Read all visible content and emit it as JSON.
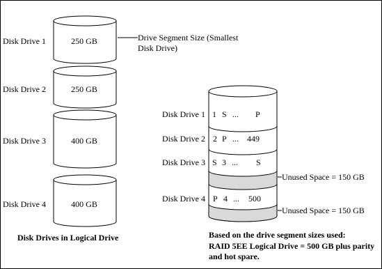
{
  "left_group": {
    "drives": [
      {
        "label": "Disk Drive 1",
        "capacity": "250 GB"
      },
      {
        "label": "Disk Drive 2",
        "capacity": "250 GB"
      },
      {
        "label": "Disk Drive 3",
        "capacity": "400 GB"
      },
      {
        "label": "Disk Drive 4",
        "capacity": "400 GB"
      }
    ],
    "segment_note_line1": "Drive Segment Size (Smallest",
    "segment_note_line2": "Disk Drive)",
    "caption": "Disk Drives in Logical Drive"
  },
  "right_group": {
    "rows": [
      {
        "label": "Disk Drive 1",
        "cells": [
          "1",
          "S",
          "...",
          "P"
        ]
      },
      {
        "label": "Disk Drive 2",
        "cells": [
          "2",
          "P",
          "...",
          "449"
        ]
      },
      {
        "label": "Disk Drive 3",
        "cells": [
          "S",
          "3",
          "...",
          "S"
        ]
      },
      {
        "label": "Disk Drive 4",
        "cells": [
          "P",
          "4",
          "...",
          "500"
        ]
      }
    ],
    "unused_space_1": "Unused Space = 150 GB",
    "unused_space_2": "Unused Space = 150 GB",
    "caption_line1": "Based on the drive segment sizes used:",
    "caption_line2": "RAID 5EE Logical Drive = 500 GB plus parity",
    "caption_line3": "and hot spare."
  }
}
